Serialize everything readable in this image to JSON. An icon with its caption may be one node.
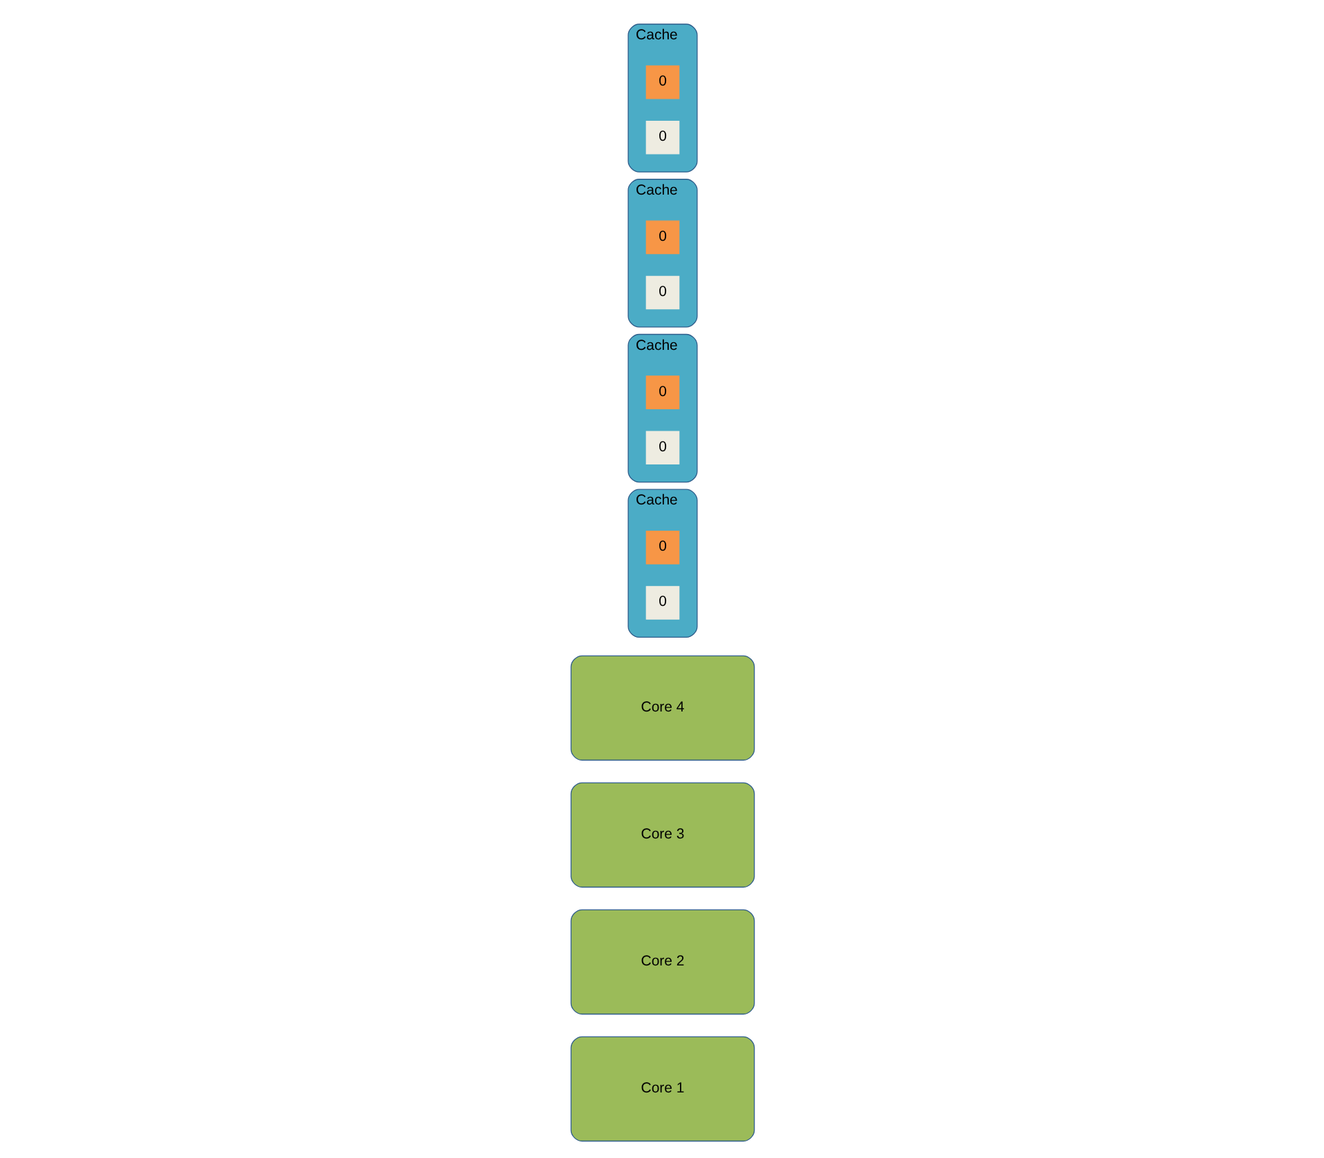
{
  "diagram": {
    "nodes": [
      {
        "text": [
          "Core 1"
        ]
      },
      {
        "text": [
          "Core 2"
        ]
      },
      {
        "text": [
          "Core 3"
        ]
      },
      {
        "text": [
          "Core 4"
        ]
      },
      {
        "text": [
          "Cache"
        ]
      },
      {
        "text": [
          "0"
        ],
        "in": 4
      },
      {
        "text": [
          "0"
        ],
        "in": 4
      },
      {
        "text": [
          "Cache"
        ]
      },
      {
        "text": [
          "0"
        ],
        "in": 7
      },
      {
        "text": [
          "0"
        ],
        "in": 7
      },
      {
        "text": [
          "Cache"
        ]
      },
      {
        "text": [
          "0"
        ],
        "in": 10
      },
      {
        "text": [
          "0"
        ],
        "in": 10
      },
      {
        "text": [
          "Cache"
        ]
      },
      {
        "text": [
          "0"
        ],
        "in": 13
      },
      {
        "text": [
          "0"
        ],
        "in": 13
      }
    ],
    "edges": []
  }
}
